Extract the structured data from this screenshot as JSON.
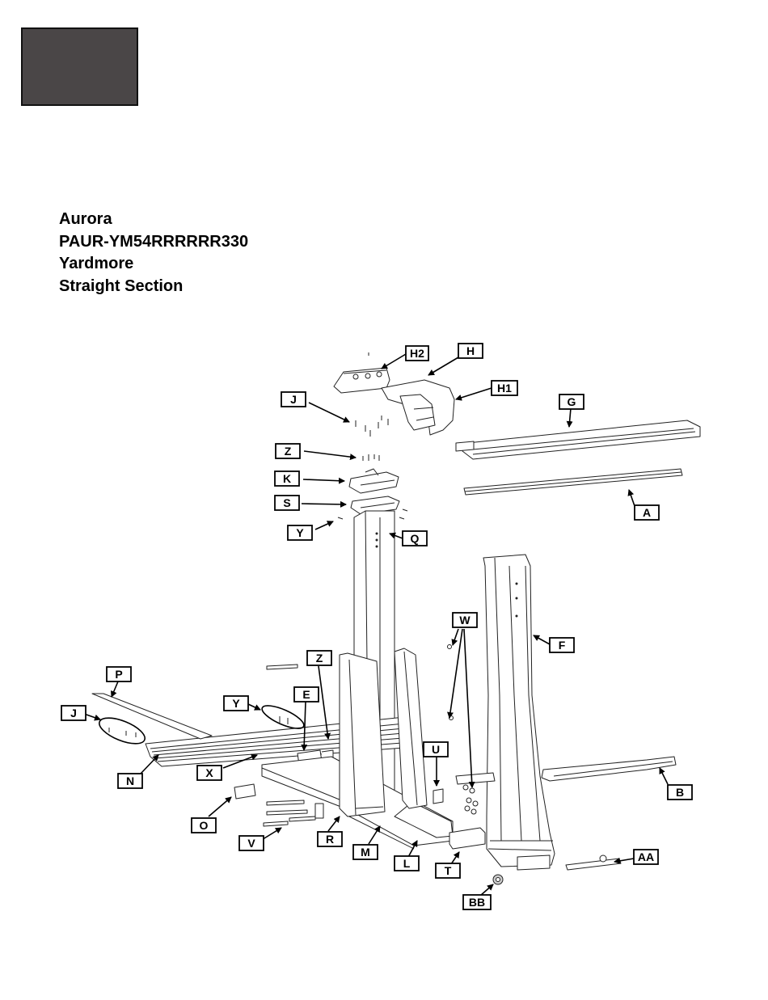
{
  "header": {
    "lines": [
      "Aurora",
      "PAUR-YM54RRRRRR330",
      "Yardmore",
      "Straight Section"
    ],
    "color_block": "#4a4647"
  },
  "labels": {
    "H2": "H2",
    "H": "H",
    "H1": "H1",
    "G": "G",
    "J": "J",
    "Z": "Z",
    "K": "K",
    "S": "S",
    "A": "A",
    "Y": "Y",
    "Q": "Q",
    "W": "W",
    "F": "F",
    "P": "P",
    "E": "E",
    "U": "U",
    "X": "X",
    "N": "N",
    "B": "B",
    "O": "O",
    "V": "V",
    "R": "R",
    "M": "M",
    "L": "L",
    "T": "T",
    "AA": "AA",
    "BB": "BB"
  }
}
